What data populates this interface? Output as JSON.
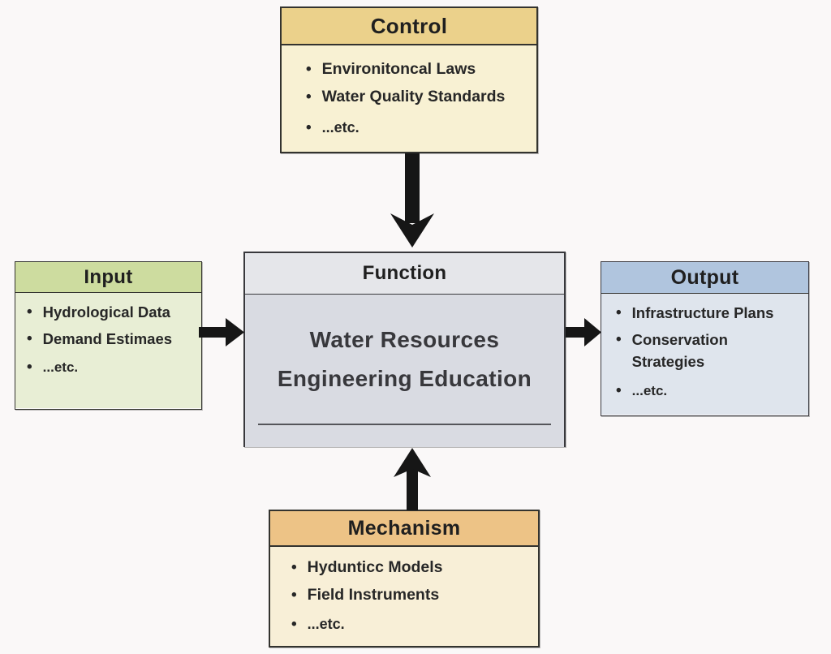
{
  "background_color": "#faf8f8",
  "arrow_color": "#161616",
  "boxes": {
    "control": {
      "title": "Control",
      "items": [
        "Environitoncal Laws",
        "Water Quality Standards",
        "...etc."
      ],
      "header_color": "#ebd18b",
      "body_color": "#f8f1d3"
    },
    "input": {
      "title": "Input",
      "items": [
        "Hydrological Data",
        "Demand Estimaes",
        "...etc."
      ],
      "header_color": "#cddc9f",
      "body_color": "#e8eed5"
    },
    "function": {
      "title": "Function",
      "body_lines": [
        "Water Resources",
        "Engineering Education"
      ],
      "header_color": "#e5e6ea",
      "body_color": "#d9dbe2"
    },
    "output": {
      "title": "Output",
      "items": [
        "Infrastructure Plans",
        "Conservation Strategies",
        "...etc."
      ],
      "header_color": "#b0c5de",
      "body_color": "#dfe5ed"
    },
    "mechanism": {
      "title": "Mechanism",
      "items": [
        "Hydunticc Models",
        "Field Instruments",
        "...etc."
      ],
      "header_color": "#edc386",
      "body_color": "#f8efd7"
    }
  }
}
